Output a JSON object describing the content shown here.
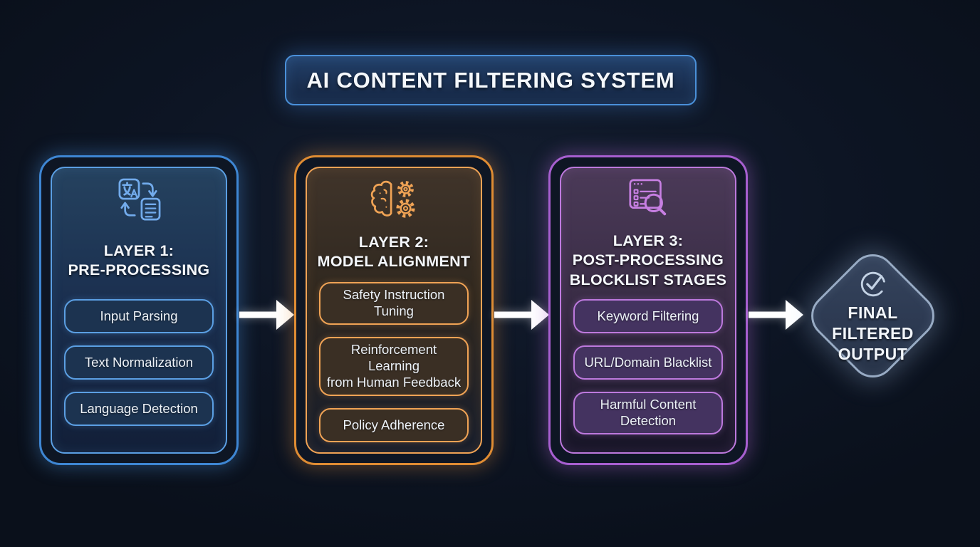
{
  "title": "AI CONTENT FILTERING SYSTEM",
  "colors": {
    "background": "#0d1524",
    "blue_accent": "#4a90d9",
    "orange_accent": "#e8923a",
    "purple_accent": "#b169d6",
    "slate_accent": "#98abc4",
    "arrow": "#ffffff"
  },
  "layers": [
    {
      "icon": "translation-icon",
      "title_lines": [
        "LAYER 1:",
        "PRE-PROCESSING"
      ],
      "items": [
        "Input Parsing",
        "Text Normalization",
        "Language Detection"
      ]
    },
    {
      "icon": "brain-gears-icon",
      "title_lines": [
        "LAYER 2:",
        "MODEL ALIGNMENT"
      ],
      "items": [
        "Safety Instruction Tuning",
        "Reinforcement Learning\nfrom Human Feedback",
        "Policy Adherence"
      ]
    },
    {
      "icon": "list-search-icon",
      "title_lines": [
        "LAYER 3:",
        "POST-PROCESSING",
        "BLOCKLIST STAGES"
      ],
      "items": [
        "Keyword Filtering",
        "URL/Domain Blacklist",
        "Harmful Content\nDetection"
      ]
    }
  ],
  "output": {
    "icon": "check-circle-icon",
    "label_lines": [
      "FINAL",
      "FILTERED",
      "OUTPUT"
    ]
  }
}
